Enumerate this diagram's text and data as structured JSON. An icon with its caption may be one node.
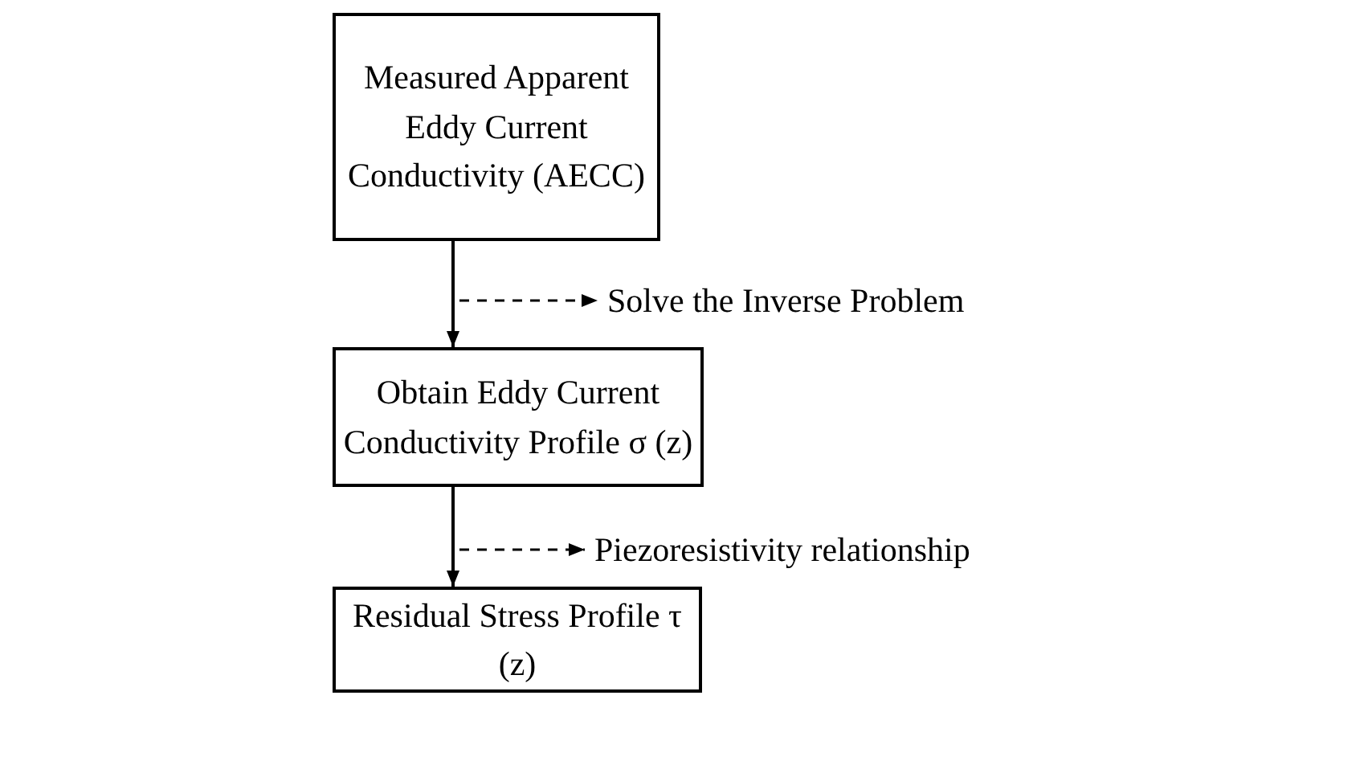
{
  "diagram": {
    "nodes": [
      {
        "text": [
          "Measured Apparent Eddy Current Conductivity (AECC)"
        ]
      },
      {
        "text": [
          "Obtain Eddy Current Conductivity Profile σ (z)"
        ]
      },
      {
        "text": [
          "Residual Stress Profile τ (z)"
        ]
      },
      {
        "text": [
          "Solve the Inverse Problem"
        ]
      },
      {
        "text": [
          "Piezoresistivity relationship"
        ]
      }
    ],
    "edges": [
      {
        "from": 0,
        "to": 1,
        "arrow": "to"
      },
      {
        "from": 1,
        "to": 2,
        "arrow": "to"
      },
      {
        "from": null,
        "to": 3,
        "arrow": "to",
        "style": "dashed"
      },
      {
        "from": null,
        "to": 4,
        "arrow": "to",
        "style": "dashed"
      }
    ]
  }
}
